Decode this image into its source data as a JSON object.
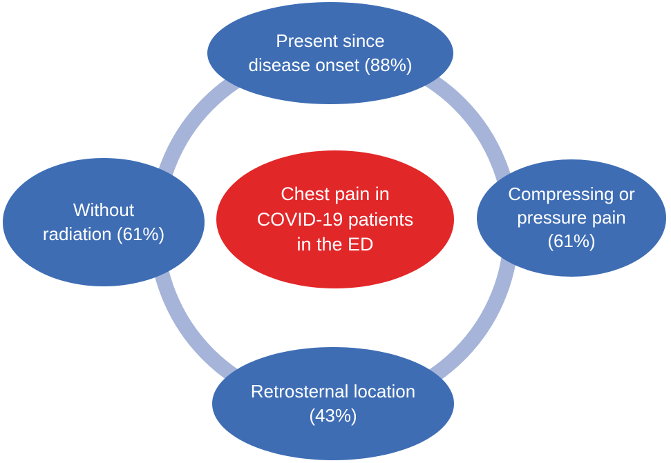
{
  "diagram": {
    "type": "cycle-diagram",
    "center": {
      "text": "Chest pain in\nCOVID-19 patients\nin the ED"
    },
    "nodes": {
      "top": {
        "text": "Present since\ndisease onset (88%)",
        "percent": "88%"
      },
      "right": {
        "text": "Compressing or\npressure pain\n(61%)",
        "percent": "61%"
      },
      "bottom": {
        "text": "Retrosternal location\n(43%)",
        "percent": "43%"
      },
      "left": {
        "text": "Without\nradiation (61%)",
        "percent": "61%"
      }
    }
  },
  "colors": {
    "node_fill": "#3e6db4",
    "center_fill": "#e22729",
    "ring": "#a5b4d8",
    "text": "#ffffff",
    "background": "#ffffff"
  }
}
